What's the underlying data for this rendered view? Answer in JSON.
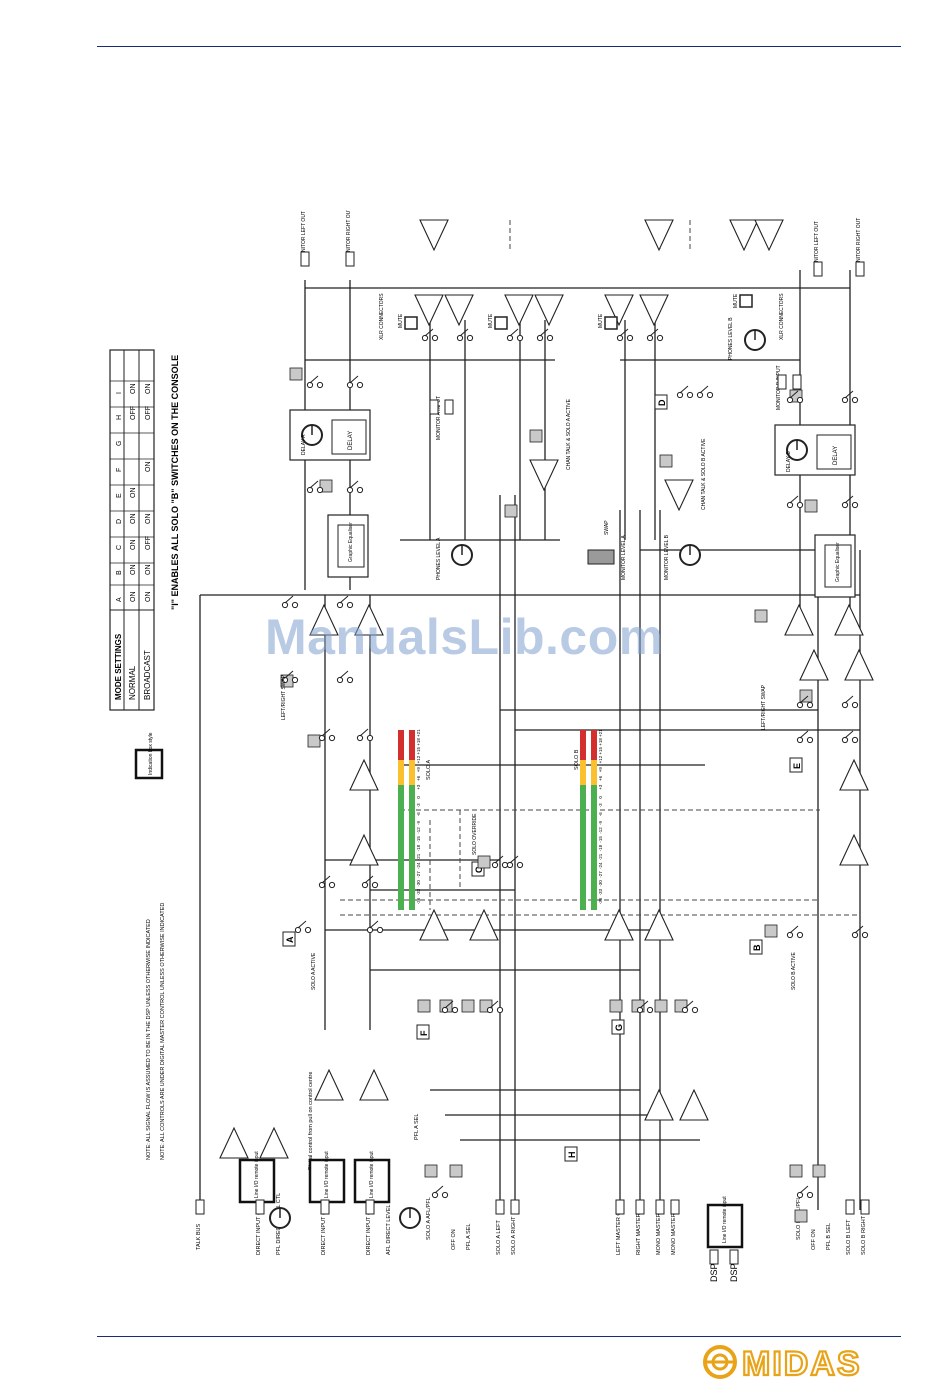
{
  "brand": {
    "logo_text": "MIDAS",
    "accent": "#1b2a7a",
    "logo_color": "#e8a317"
  },
  "watermark": "ManualsLib.com",
  "mode_settings": {
    "header": "MODE SETTINGS",
    "columns": [
      "A",
      "B",
      "C",
      "D",
      "E",
      "F",
      "G",
      "H",
      "I"
    ],
    "rows": [
      {
        "name": "NORMAL",
        "values": [
          "ON",
          "ON",
          "ON",
          "ON",
          "ON",
          "",
          "",
          "OFF",
          "ON"
        ]
      },
      {
        "name": "BROADCAST",
        "values": [
          "ON",
          "ON",
          "OFF",
          "ON",
          "",
          "ON",
          "",
          "OFF",
          "ON"
        ]
      }
    ],
    "footnote": "\"I\" ENABLES ALL SOLO \"B\" SWITCHES ON THE CONSOLE"
  },
  "notes": {
    "note1": "NOTE: ALL SIGNAL FLOW IS ASSUMED TO BE IN THE DSP UNLESS OTHERWISE INDICATED",
    "note2": "NOTE: ALL CONTROLS ARE UNDER DIGITAL MASTER CONTROL UNLESS OTHERWISE INDICATED",
    "indication_box": "Indication box style"
  },
  "labels": {
    "talk_bus": "TALK BUS",
    "direct_input_pfl": "DIRECT INPUT (PFL)",
    "pfl_direct_level_ctl": "PFL DIRECT LEVEL CTL",
    "direct_input_afl_left": "DIRECT INPUT (AFL LEFT)",
    "direct_input_afl_right": "DIRECT INPUT (AFL RIGHT)",
    "afl_direct_level_ctl": "AFL DIRECT LEVEL CTL",
    "line_io_remote_input": "Line I/O remote input",
    "digital_control_1": "Digital control from pull on control centre",
    "pfl_a_sel": "PFL A SEL",
    "solo_a_afl_pfl": "SOLO A AFL/PFL",
    "off_on": "OFF ON",
    "pfl_a_sel_2": "PFL A SEL",
    "solo_a_left": "SOLO A LEFT",
    "solo_a_right": "SOLO A RIGHT",
    "left_master_out": "LEFT MASTER OUT",
    "right_master_out": "RIGHT MASTER OUT",
    "mono_master_out": "MONO MASTER OUT",
    "mono_master_out_2": "MONO MASTER OUT",
    "solo_b_afl_pfl": "SOLO B AFL/PFL",
    "pfl_b_sel": "PFL B SEL",
    "solo_b_left": "SOLO B LEFT",
    "solo_b_right": "SOLO B RIGHT",
    "solo_a_active": "SOLO A ACTIVE",
    "solo_b_active": "SOLO B ACTIVE",
    "solo_override": "SOLO OVERRIDE",
    "left_right_swap_a": "LEFT/RIGHT SWAP",
    "left_right_swap_b": "LEFT/RIGHT SWAP",
    "solo_a": "SOLO A",
    "solo_b": "SOLO B",
    "graphic_equaliser": "Graphic Equaliser",
    "delay": "DELAY",
    "delay_a": "DELAY A",
    "delay_b": "DELAY B",
    "phones_level_a": "PHONES LEVEL A",
    "phones_level_b": "PHONES LEVEL B",
    "monitor_level_a": "MONITOR LEVEL A",
    "monitor_level_b": "MONITOR LEVEL B",
    "chan_talk_solo_a": "CHAN TALK & SOLO A ACTIVE",
    "chan_talk_solo_b": "CHAN TALK & SOLO B ACTIVE",
    "monitor_a_input": "MONITOR A INPUT",
    "monitor_b_input": "MONITOR B INPUT",
    "xlr_connectors": "XLR CONNECTORS",
    "mute": "MUTE",
    "monitor_left_out": "MONITOR LEFT OUT",
    "monitor_right_out": "MONITOR RIGHT OUT",
    "swap": "SWAP",
    "dsp1": "DSP",
    "dsp2": "DSP",
    "switch_letters": [
      "A",
      "B",
      "C",
      "D",
      "E",
      "F",
      "G",
      "H"
    ],
    "meter_scale": [
      "+21",
      "+18",
      "+15",
      "+12",
      "+9",
      "+6",
      "+3",
      "0",
      "-3",
      "-6",
      "-9",
      "-12",
      "-15",
      "-18",
      "-21",
      "-24",
      "-27",
      "-30",
      "-33",
      "-36"
    ]
  }
}
